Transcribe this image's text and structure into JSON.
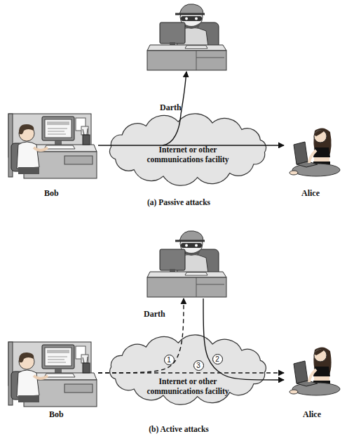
{
  "diagram": {
    "nodes": [
      {
        "text": [
          "Darth"
        ]
      },
      {
        "text": [
          "Bob"
        ]
      },
      {
        "text": [
          "Internet or other communications facility"
        ]
      },
      {
        "text": [
          "Alice"
        ]
      },
      {
        "text": [
          "Darth"
        ]
      },
      {
        "text": [
          "Bob"
        ]
      },
      {
        "text": [
          "Internet or other communications facility"
        ]
      },
      {
        "text": [
          "Alice"
        ]
      }
    ],
    "edges": [
      {
        "from": 1,
        "to": 3,
        "arrow": "to"
      },
      {
        "from": 2,
        "to": 0,
        "arrow": "to"
      },
      {
        "from": 5,
        "to": 4,
        "label": "1",
        "arrow": "to"
      },
      {
        "from": 4,
        "to": 7,
        "label": "2",
        "arrow": "to"
      },
      {
        "from": 5,
        "to": 7,
        "label": "3",
        "arrow": "to"
      }
    ],
    "labels": [
      "(a) Passive attacks",
      "(b) Active attacks"
    ]
  }
}
